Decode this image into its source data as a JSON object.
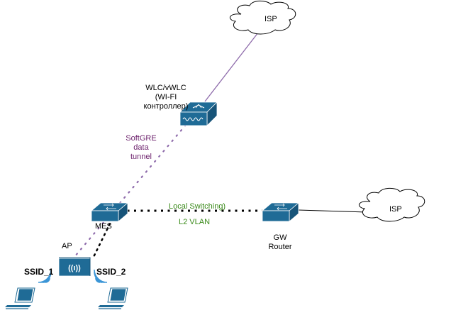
{
  "diagram": {
    "nodes": {
      "isp_top": {
        "label": "ISP",
        "type": "cloud"
      },
      "isp_right": {
        "label": "ISP",
        "type": "cloud"
      },
      "wlc": {
        "label_lines": [
          "WLC/vWLC",
          "(WI-FI",
          "контроллер)"
        ],
        "type": "wireless-controller"
      },
      "mes": {
        "label": "MES",
        "type": "switch"
      },
      "gw": {
        "label_lines": [
          "GW",
          "Router"
        ],
        "type": "router"
      },
      "ap": {
        "label": "AP",
        "type": "access-point"
      },
      "laptop1": {
        "type": "laptop"
      },
      "laptop2": {
        "type": "laptop"
      }
    },
    "ssids": [
      "SSID_1",
      "SSID_2"
    ],
    "links": {
      "softgre": {
        "label_lines": [
          "SoftGRE",
          "data",
          "tunnel"
        ],
        "color": "#8e6bab",
        "style": "dotted"
      },
      "local_switching": {
        "label_lines": [
          "Local Switching)",
          "L2 VLAN"
        ],
        "color": "#000000",
        "style": "dotted",
        "label_color": "#3a8a1a"
      },
      "wlc_isp": {
        "color": "#8e6bab",
        "style": "solid"
      },
      "gw_isp": {
        "color": "#000000",
        "style": "solid"
      }
    },
    "colors": {
      "device": "#1f6b96",
      "device_dark": "#175479",
      "wifi": "#3b95d6",
      "softgre_text": "#6b1f6b"
    }
  }
}
